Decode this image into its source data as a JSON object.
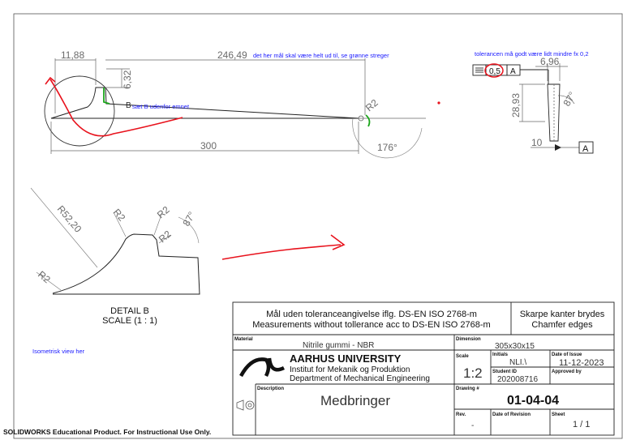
{
  "drawing": {
    "dims": {
      "top_left": "11,88",
      "top_long": "246,49",
      "step_h": "6,32",
      "overall": "300",
      "r_right": "R2",
      "angle": "176°",
      "tol_val": "0,5",
      "datum": "A",
      "side_w": "6,96",
      "side_h": "28,93",
      "side_angle": "87°",
      "side_depth": "10",
      "datum2": "A"
    },
    "labels": {
      "b_letter": "B",
      "sat_note": "sæt B udenfor emnet",
      "long_note": "det her mål skal være helt ud til, se grønne streger",
      "tol_note": "tolerancen må godt være lidt mindre fx 0,2",
      "iso_note": "Isometrisk view her"
    },
    "detail": {
      "r1": "R52,20",
      "r2": "R2",
      "r3": "R2",
      "r4": "R2",
      "r5": "R2",
      "angle": "87°",
      "title": "DETAIL B",
      "scale": "SCALE (1 : 1)"
    }
  },
  "title_block": {
    "tol_line1": "Mål uden toleranceangivelse iflg. DS-EN ISO 2768-m",
    "tol_line2": "Measurements without tollerance acc to DS-EN ISO 2768-m",
    "edge_line1": "Skarpe kanter brydes",
    "edge_line2": "Chamfer edges",
    "material_label": "Material",
    "material": "Nitrile gummi - NBR",
    "dimension_label": "Dimension",
    "dimension": "305x30x15",
    "university": "AARHUS UNIVERSITY",
    "institute": "Institut for Mekanik og Produktion",
    "department": "Department of Mechanical Engineering",
    "scale_label": "Scale",
    "scale": "1:2",
    "initials_label": "Initials",
    "initials": "NLI.\\",
    "issue_label": "Date of Issue",
    "issue": "11-12-2023",
    "student_label": "Student ID",
    "student": "202008716",
    "approved_label": "Approved by",
    "description_label": "Description",
    "description": "Medbringer",
    "drawing_label": "Drawing #",
    "drawing_no": "01-04-04",
    "rev_label": "Rev.",
    "rev": "-",
    "revision_label": "Date of Revision",
    "sheet_label": "Sheet",
    "sheet": "1 / 1"
  },
  "footer": "SOLIDWORKS Educational Product. For Instructional Use Only.",
  "colors": {
    "ink": "#111111",
    "dim": "#6b6b6b",
    "markup": "#e8121c",
    "note": "#1a1aff",
    "green": "#1aa51a"
  }
}
